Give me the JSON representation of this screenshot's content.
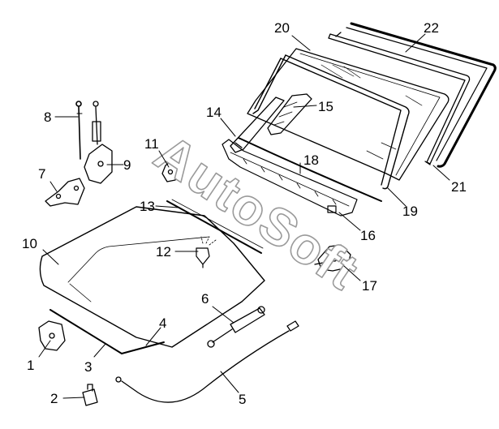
{
  "diagram": {
    "watermark": "AutoSoft",
    "callouts": [
      "1",
      "2",
      "3",
      "4",
      "5",
      "6",
      "7",
      "8",
      "9",
      "10",
      "11",
      "12",
      "13",
      "14",
      "15",
      "16",
      "17",
      "18",
      "19",
      "20",
      "21",
      "22"
    ]
  },
  "colors": {
    "line": "#000000",
    "watermark_stroke": "#9a9a9a",
    "background": "#ffffff"
  }
}
